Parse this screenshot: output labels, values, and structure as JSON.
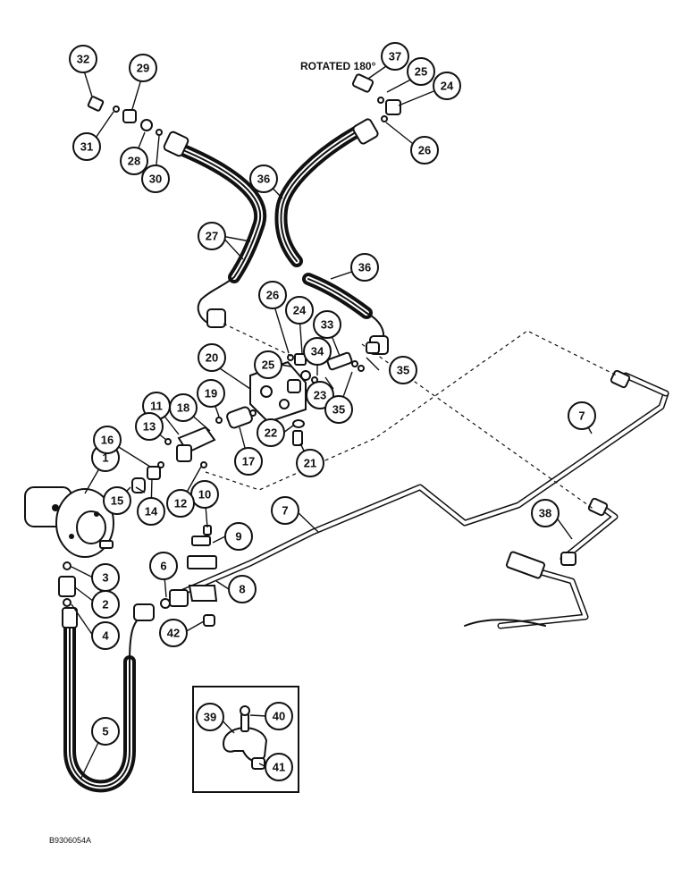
{
  "figure": {
    "note": "ROTATED 180°",
    "reference_code": "B9306054A"
  },
  "callouts": [
    {
      "n": "1"
    },
    {
      "n": "2"
    },
    {
      "n": "3"
    },
    {
      "n": "4"
    },
    {
      "n": "5"
    },
    {
      "n": "6"
    },
    {
      "n": "7"
    },
    {
      "n": "7"
    },
    {
      "n": "8"
    },
    {
      "n": "9"
    },
    {
      "n": "10"
    },
    {
      "n": "11"
    },
    {
      "n": "12"
    },
    {
      "n": "13"
    },
    {
      "n": "14"
    },
    {
      "n": "15"
    },
    {
      "n": "16"
    },
    {
      "n": "17"
    },
    {
      "n": "18"
    },
    {
      "n": "19"
    },
    {
      "n": "20"
    },
    {
      "n": "21"
    },
    {
      "n": "22"
    },
    {
      "n": "23"
    },
    {
      "n": "23"
    },
    {
      "n": "24"
    },
    {
      "n": "24"
    },
    {
      "n": "25"
    },
    {
      "n": "25"
    },
    {
      "n": "26"
    },
    {
      "n": "26"
    },
    {
      "n": "27"
    },
    {
      "n": "28"
    },
    {
      "n": "29"
    },
    {
      "n": "30"
    },
    {
      "n": "31"
    },
    {
      "n": "32"
    },
    {
      "n": "33"
    },
    {
      "n": "34"
    },
    {
      "n": "35"
    },
    {
      "n": "35"
    },
    {
      "n": "36"
    },
    {
      "n": "36"
    },
    {
      "n": "37"
    },
    {
      "n": "38"
    },
    {
      "n": "39"
    },
    {
      "n": "40"
    },
    {
      "n": "41"
    },
    {
      "n": "42"
    }
  ]
}
